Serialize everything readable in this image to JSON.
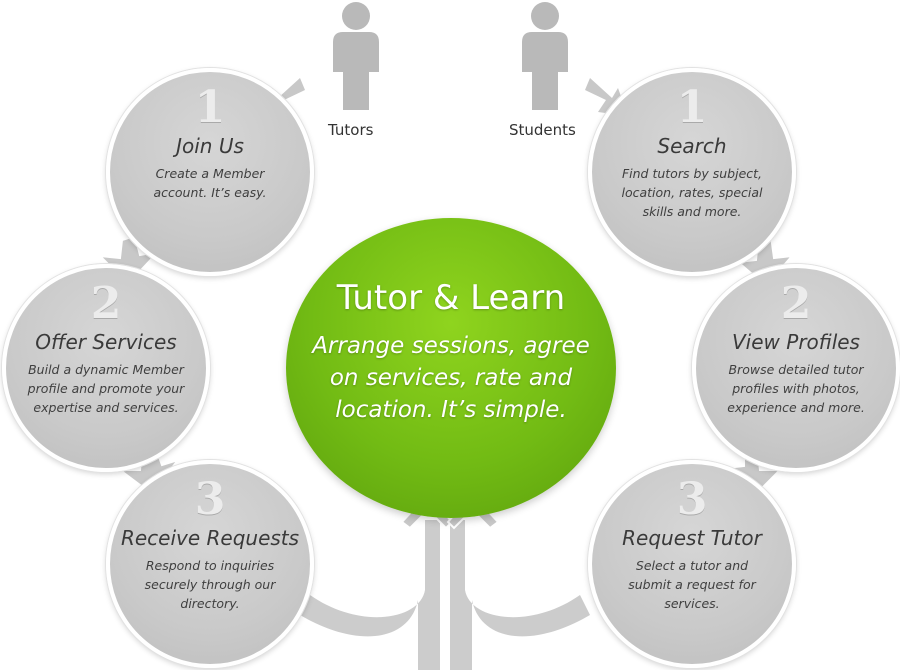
{
  "roles": {
    "tutors": "Tutors",
    "students": "Students"
  },
  "hub": {
    "title": "Tutor & Learn",
    "description": "Arrange sessions, agree on services, rate and location. It’s simple."
  },
  "tutor_steps": [
    {
      "number": "1",
      "title": "Join Us",
      "description": "Create a Member account. It’s easy."
    },
    {
      "number": "2",
      "title": "Offer Services",
      "description": "Build a dynamic Member profile and promote your expertise and services."
    },
    {
      "number": "3",
      "title": "Receive Requests",
      "description": "Respond to inquiries securely through our directory."
    }
  ],
  "student_steps": [
    {
      "number": "1",
      "title": "Search",
      "description": "Find tutors by subject, location, rates, special skills and more."
    },
    {
      "number": "2",
      "title": "View Profiles",
      "description": "Browse detailed tutor profiles with photos, experience and more."
    },
    {
      "number": "3",
      "title": "Request Tutor",
      "description": "Select a tutor and submit a request for services."
    }
  ],
  "colors": {
    "step_gray": "#c9c9c9",
    "connector_gray": "#c8c8c8",
    "hub_green": "#72bb14",
    "person_gray": "#b9b9b9"
  },
  "icons": [
    "person-icon",
    "arrow-icon"
  ]
}
